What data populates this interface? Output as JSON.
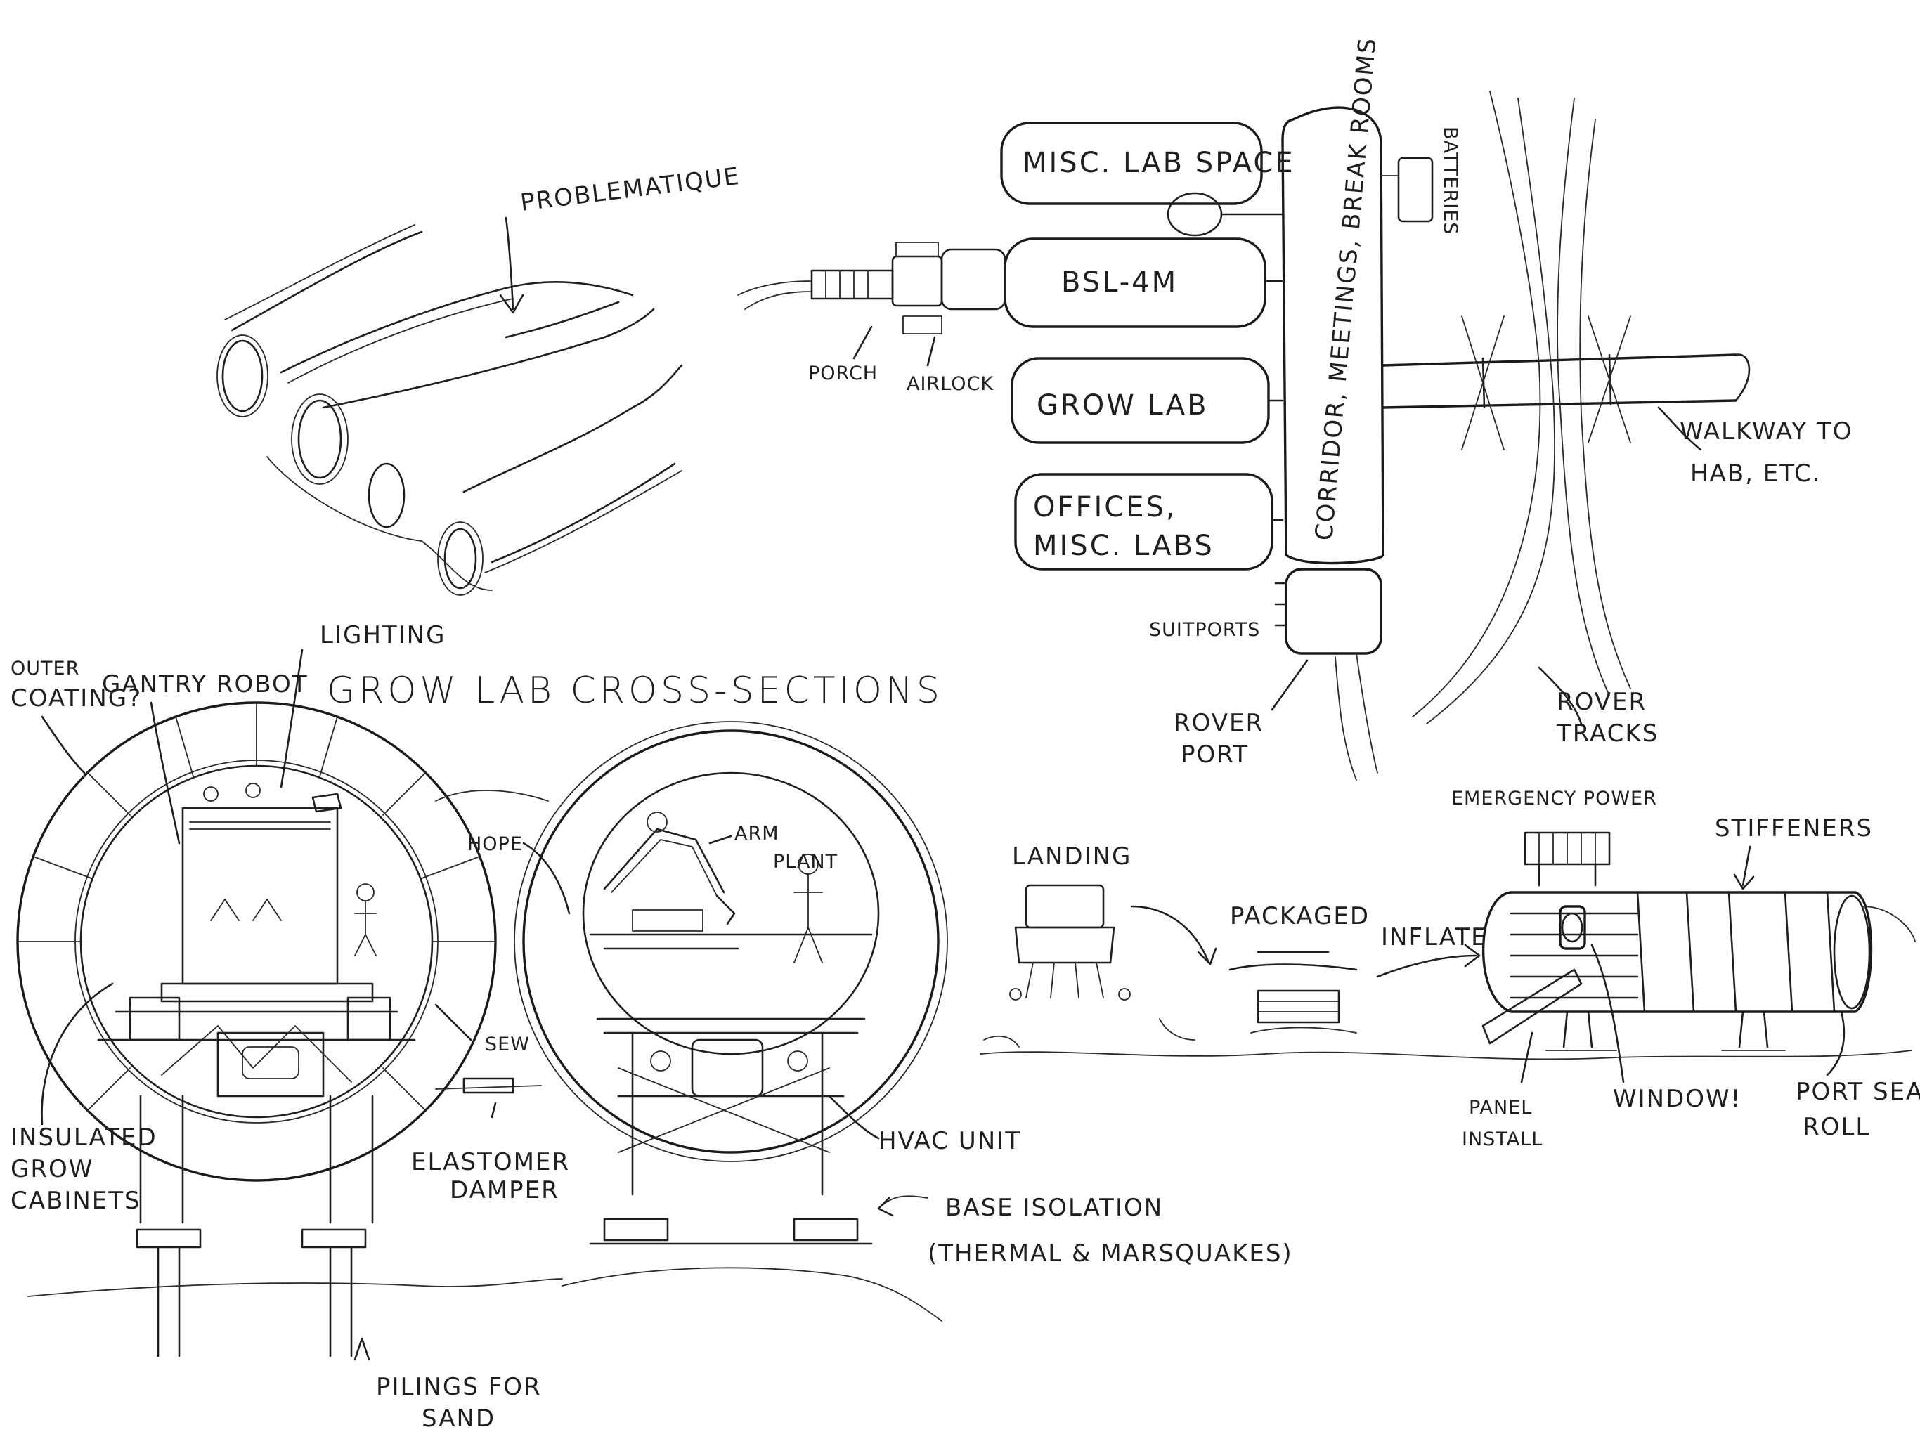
{
  "labels": {
    "problematique": "PROBLEMATIQUE",
    "misc_lab_space": "MISC. LAB SPACE",
    "bsl_4m": "BSL-4M",
    "grow_lab": "GROW LAB",
    "offices_line1": "OFFICES,",
    "offices_line2": "MISC. LABS",
    "corridor": "CORRIDOR, MEETINGS, BREAK ROOMS",
    "batteries": "BATTERIES",
    "porch": "PORCH",
    "airlock": "AIRLOCK",
    "walkway_line1": "WALKWAY TO",
    "walkway_line2": "HAB, ETC.",
    "suitports": "SUITPORTS",
    "rover_port_line1": "ROVER",
    "rover_port_line2": "PORT",
    "rover_tracks_line1": "ROVER",
    "rover_tracks_line2": "TRACKS",
    "outer_coating_line1": "OUTER",
    "outer_coating_line2": "COATING?",
    "gantry_robot": "GANTRY ROBOT",
    "lighting": "LIGHTING",
    "grow_lab_cross_sections": "GROW LAB CROSS-SECTIONS",
    "hope": "HOPE",
    "arm": "ARM",
    "plant": "PLANT",
    "insulated_line1": "INSULATED",
    "insulated_line2": "GROW",
    "insulated_line3": "CABINETS",
    "sew": "SEW",
    "elastomer_line1": "ELASTOMER",
    "elastomer_line2": "DAMPER",
    "hvac": "HVAC UNIT",
    "base_isolation_line1": "BASE ISOLATION",
    "base_isolation_line2": "(THERMAL & MARSQUAKES)",
    "pilings_line1": "PILINGS FOR",
    "pilings_line2": "SAND",
    "landing": "LANDING",
    "packaged": "PACKAGED",
    "inflate": "INFLATE",
    "emergency_power": "EMERGENCY POWER",
    "stiffeners": "STIFFENERS",
    "panel_install_line1": "PANEL",
    "panel_install_line2": "INSTALL",
    "window": "WINDOW!",
    "port_seal_line1": "PORT SEAL",
    "port_seal_line2": "ROLL"
  },
  "colors": {
    "ink": "#1f1f1f",
    "paper": "#ffffff"
  }
}
